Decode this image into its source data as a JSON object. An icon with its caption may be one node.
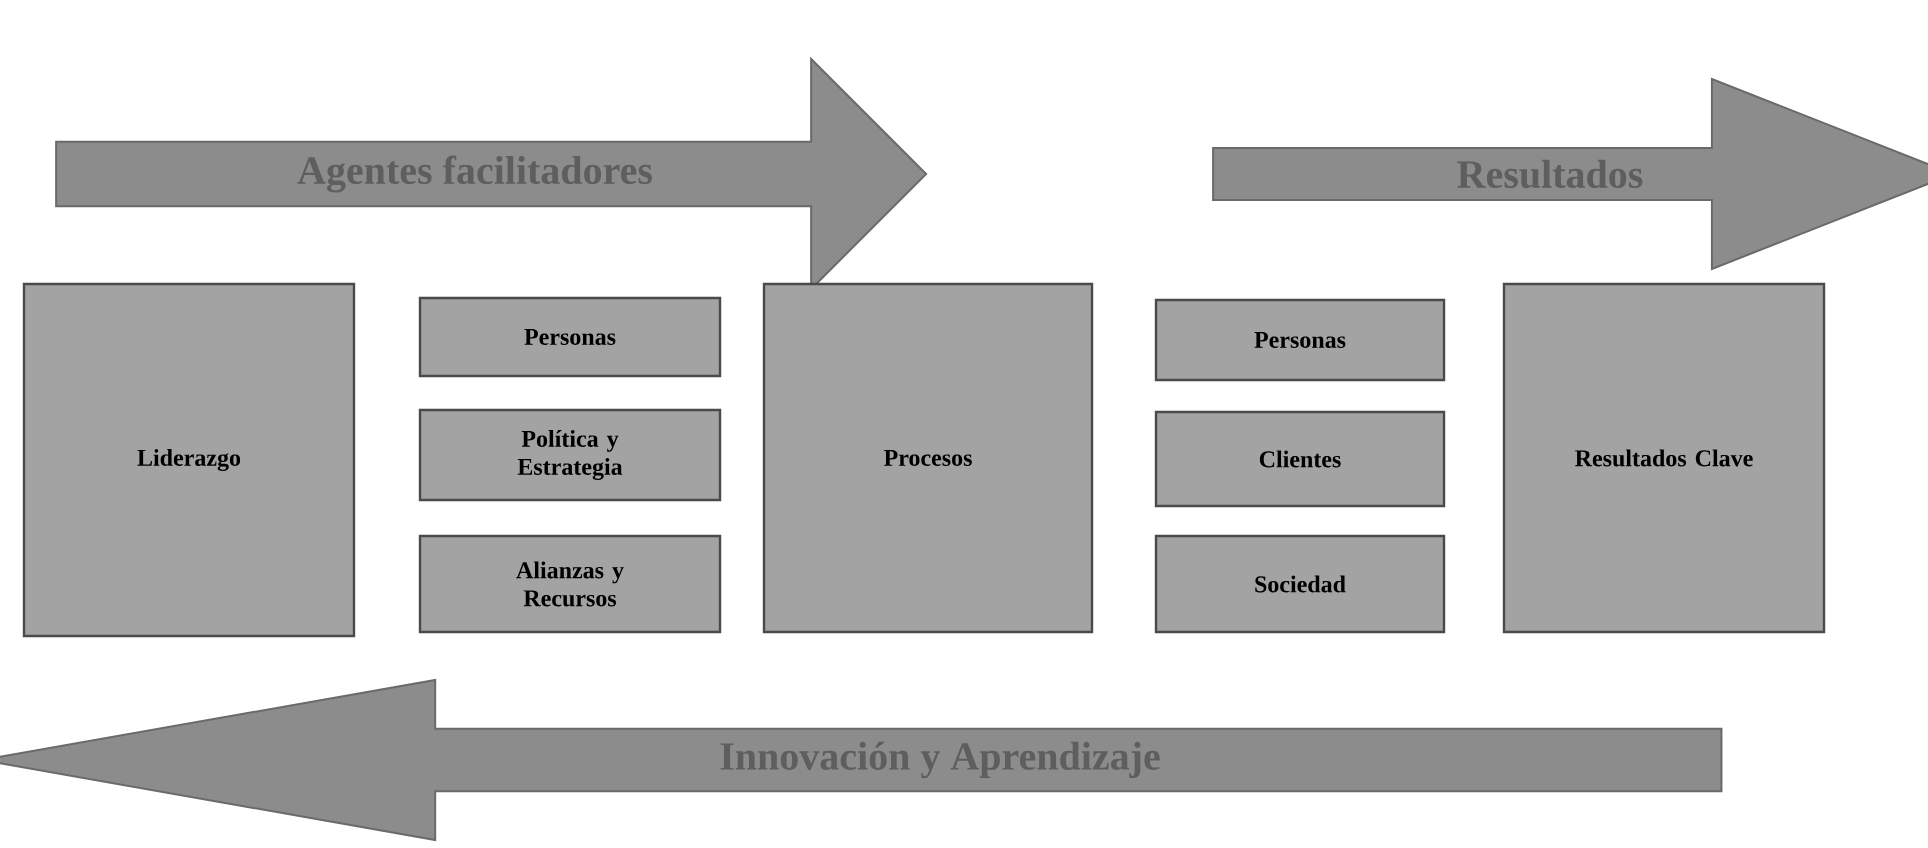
{
  "diagram": {
    "nodes": [
      {
        "text": [
          "Agentes facilitadores"
        ]
      },
      {
        "text": [
          "Resultados"
        ]
      },
      {
        "text": [
          "Liderazgo"
        ]
      },
      {
        "text": [
          "Personas"
        ]
      },
      {
        "text": [
          "Política y Estrategia"
        ]
      },
      {
        "text": [
          "Alianzas y Recursos"
        ]
      },
      {
        "text": [
          "Procesos"
        ]
      },
      {
        "text": [
          "Personas"
        ]
      },
      {
        "text": [
          "Clientes"
        ]
      },
      {
        "text": [
          "Sociedad"
        ]
      },
      {
        "text": [
          "Resultados Clave"
        ]
      },
      {
        "text": [
          "Innovación y Aprendizaje"
        ]
      }
    ],
    "edges": []
  }
}
